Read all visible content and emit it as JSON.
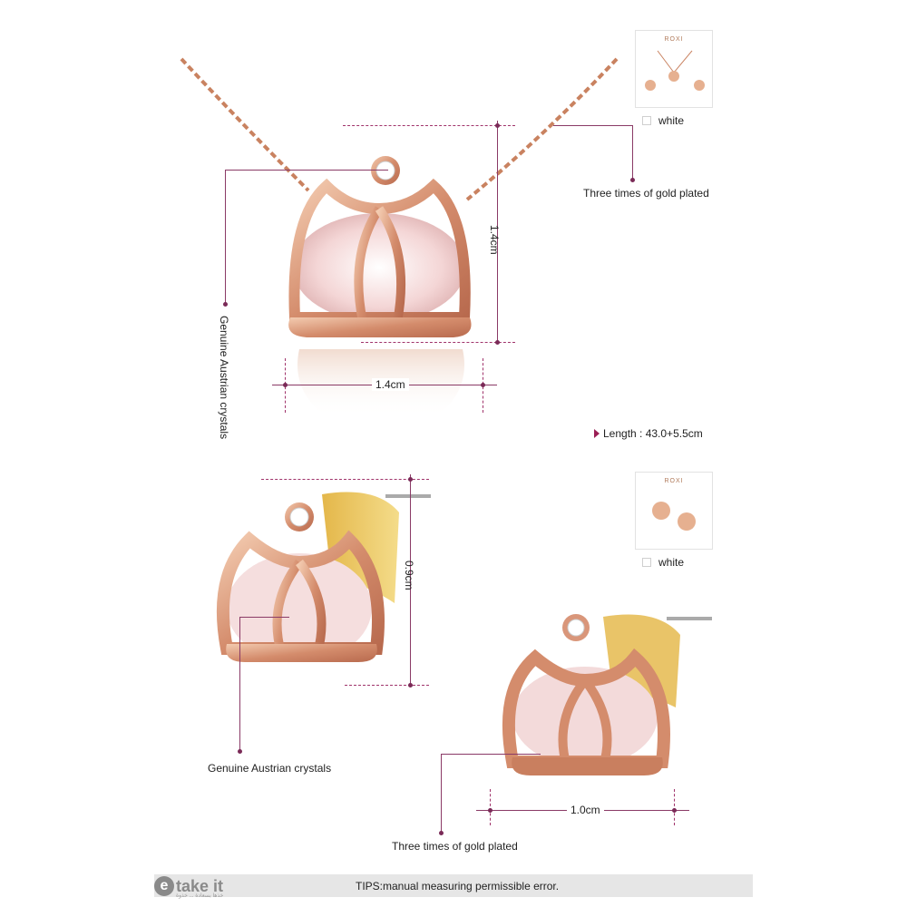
{
  "necklace": {
    "size_height": "1.4cm",
    "size_width": "1.4cm",
    "crystal_label": "Genuine Austrian crystals",
    "plating_label": "Three times of gold plated",
    "length_label": "Length : 43.0+5.5cm",
    "thumb_brand": "ROXI",
    "color_option": "white"
  },
  "earring": {
    "size_height": "0.9cm",
    "size_width": "1.0cm",
    "crystal_label": "Genuine Austrian crystals",
    "plating_label": "Three times of gold plated",
    "thumb_brand": "ROXI",
    "color_option": "white"
  },
  "footer": {
    "tips": "TIPS:manual measuring permissible error.",
    "logo_letter": "e",
    "logo_text": "take it",
    "logo_sub": "خذها بسعادة ... خذوة"
  },
  "colors": {
    "rose_gold": "#d99878",
    "accent": "#a0336b",
    "gray_bar": "#e6e6e6"
  }
}
